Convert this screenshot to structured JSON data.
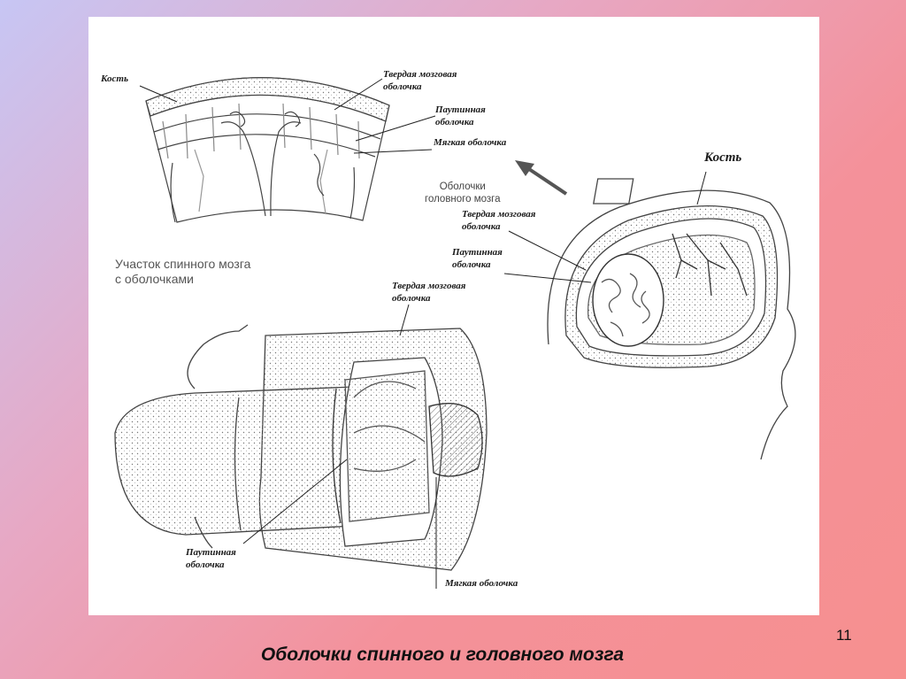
{
  "slide": {
    "title": "Оболочки спинного и головного мозга",
    "page_number": "11"
  },
  "diagram": {
    "top_section": {
      "labels": {
        "bone": "Кость",
        "dura": "Твердая мозговая\nоболочка",
        "arachnoid": "Паутинная\nоболочка",
        "pia": "Мягкая оболочка"
      }
    },
    "brain_caption": "Оболочки\nголовного мозга",
    "head_section": {
      "labels": {
        "bone": "Кость",
        "dura": "Твердая мозговая\nоболочка",
        "arachnoid": "Паутинная\nоболочка"
      }
    },
    "spine_section": {
      "caption": "Участок спинного мозга\nс оболочками",
      "labels": {
        "dura": "Твердая мозговая\nоболочка",
        "arachnoid": "Паутинная\nоболочка",
        "pia": "Мягкая оболочка"
      }
    }
  }
}
